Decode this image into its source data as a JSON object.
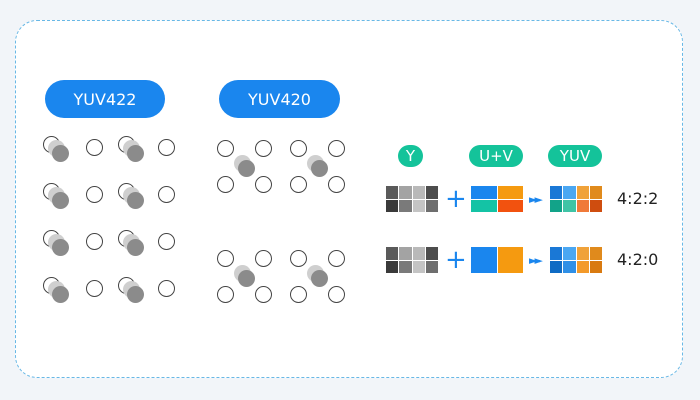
{
  "badges": {
    "yuv422": "YUV422",
    "yuv420": "YUV420"
  },
  "headers": {
    "y": "Y",
    "uv": "U+V",
    "yuv": "YUV"
  },
  "rows": [
    {
      "ratio": "4:2:2"
    },
    {
      "ratio": "4:2:0"
    }
  ],
  "colors": {
    "brand_blue": "#1a86ee",
    "teal": "#14c39a",
    "orange": "#f59a10",
    "grays": [
      "#5a5a5a",
      "#a0a0a0",
      "#b8b8b8",
      "#4a4a4a"
    ]
  }
}
